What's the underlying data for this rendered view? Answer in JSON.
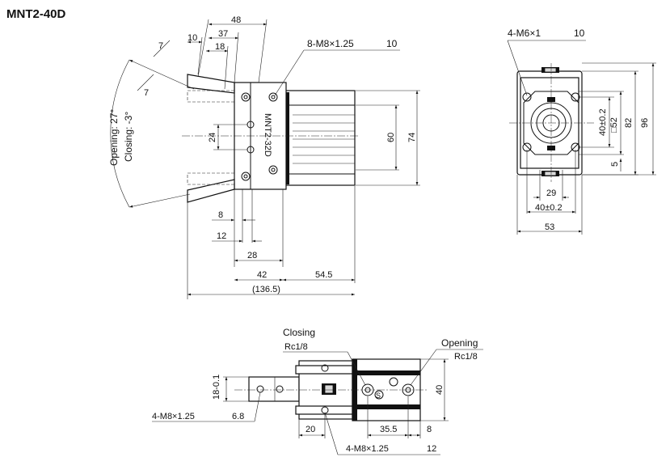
{
  "title": "MNT2-40D",
  "side_view": {
    "dims_top": [
      "48",
      "37",
      "18",
      "10"
    ],
    "dims_angle": [
      "7",
      "7"
    ],
    "opening_label": "Opening: 27°",
    "closing_label": "Closing: -3°",
    "callout_thread": "8-M8×1.25",
    "callout_depth": "10",
    "body_text": "MNT2-32D",
    "dim_24": "24",
    "dim_60": "60",
    "dim_74": "74",
    "dims_bottom": [
      "8",
      "12",
      "28",
      "42",
      "54.5",
      "(136.5)"
    ]
  },
  "end_view": {
    "callout_thread": "4-M6×1",
    "callout_depth": "10",
    "dim_40_v": "40±0.2",
    "dim_52": "□52",
    "dim_82": "82",
    "dim_96": "96",
    "dim_5": "5",
    "dim_29": "29",
    "dim_40_h": "40±0.2",
    "dim_53": "53"
  },
  "bottom_view": {
    "closing_label": "Closing",
    "closing_port": "Rc1/8",
    "opening_label": "Opening",
    "opening_port": "Rc1/8",
    "dim_18": "18-0.1",
    "dim_40": "40",
    "callout_left": "4-M8×1.25",
    "dim_6_8": "6.8",
    "dim_20": "20",
    "dim_35_5": "35.5",
    "dim_8": "8",
    "callout_bottom": "4-M8×1.25",
    "callout_bottom_depth": "12",
    "port_mark": "S"
  }
}
